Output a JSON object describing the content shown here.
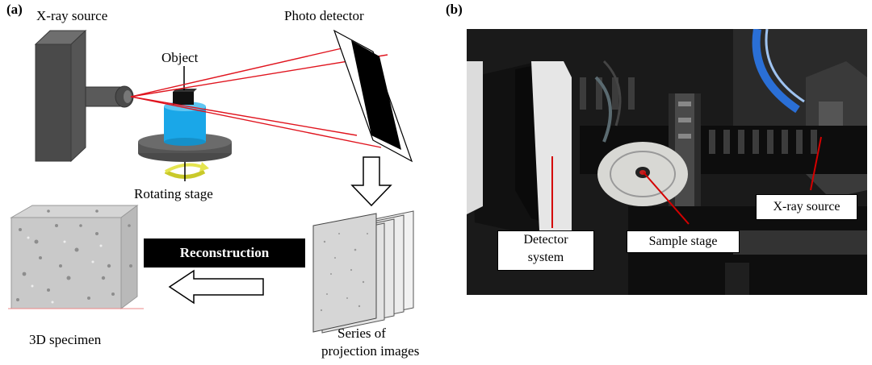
{
  "panel_a": {
    "tag": "(a)",
    "xray_source_label": "X-ray source",
    "photo_detector_label": "Photo detector",
    "object_label": "Object",
    "rotating_stage_label": "Rotating stage",
    "reconstruction_label": "Reconstruction",
    "specimen_label": "3D specimen",
    "series_label_line1": "Series of",
    "series_label_line2": "projection images",
    "beam_color": "#e0141e",
    "object_color": "#1aa7e8",
    "stage_color": "#4a4a4a"
  },
  "panel_b": {
    "tag": "(b)",
    "detector_label_line1": "Detector",
    "detector_label_line2": "system",
    "sample_stage_label": "Sample stage",
    "xray_source_label": "X-ray source",
    "pointer_color": "#d40000"
  }
}
